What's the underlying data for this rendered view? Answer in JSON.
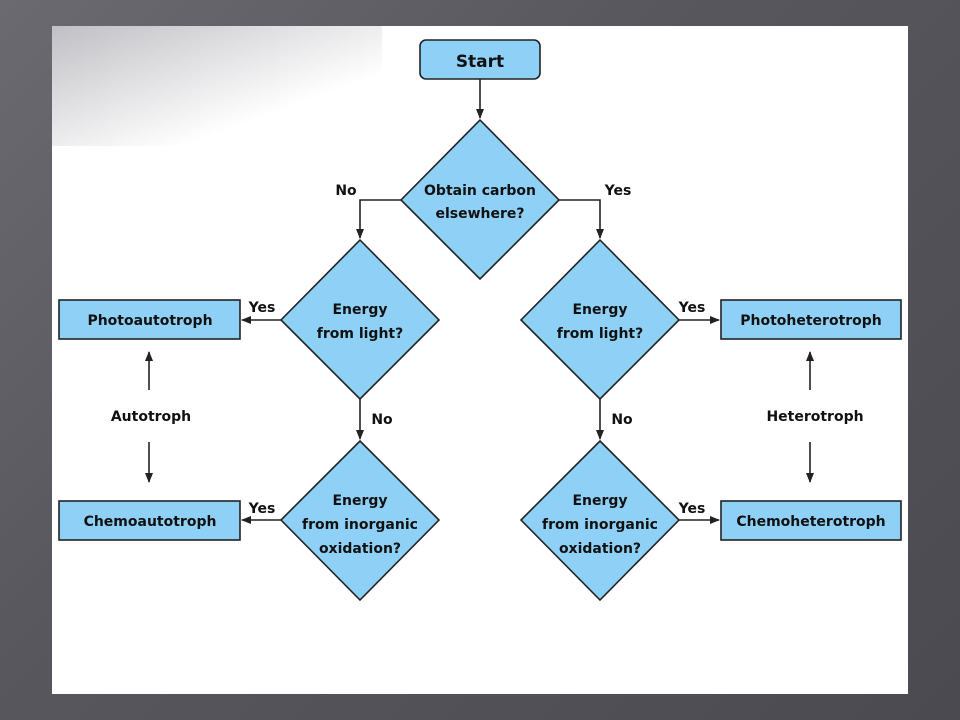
{
  "nodes": {
    "start": "Start",
    "carbon": [
      "Obtain carbon",
      "elsewhere?"
    ],
    "left_light": [
      "Energy",
      "from light?"
    ],
    "right_light": [
      "Energy",
      "from light?"
    ],
    "left_inorganic": [
      "Energy",
      "from inorganic",
      "oxidation?"
    ],
    "right_inorganic": [
      "Energy",
      "from inorganic",
      "oxidation?"
    ],
    "photoautotroph": "Photoautotroph",
    "chemoautotroph": "Chemoautotroph",
    "photoheterotroph": "Photoheterotroph",
    "chemoheterotroph": "Chemoheterotroph"
  },
  "edges": {
    "carbon_no": "No",
    "carbon_yes": "Yes",
    "left_light_yes": "Yes",
    "left_light_no": "No",
    "right_light_yes": "Yes",
    "right_light_no": "No",
    "left_inorganic_yes": "Yes",
    "right_inorganic_yes": "Yes"
  },
  "groups": {
    "left": "Autotroph",
    "right": "Heterotroph"
  },
  "colors": {
    "node_fill": "#8fd0f7",
    "node_stroke": "#222222",
    "line": "#222222"
  }
}
